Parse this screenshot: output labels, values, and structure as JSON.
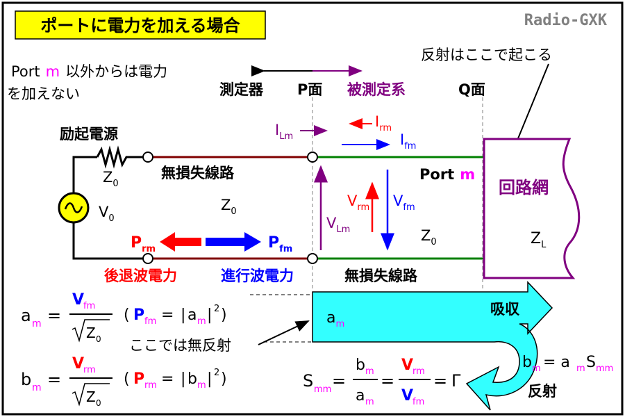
{
  "title": "ポートに電力を加える場合",
  "brand": "Radio-GXK",
  "note": {
    "line1_pre": "Port",
    "line1_m": "m",
    "line1_post": "以外からは電力",
    "line2": "を加えない"
  },
  "regions": {
    "meter": "測定器",
    "p_plane": "P面",
    "dut": "被測定系",
    "q_plane": "Q面"
  },
  "reflect_note": "反射はここで起こる",
  "source_label": "励起電源",
  "z0": "Z",
  "sub0": "0",
  "v0": "V",
  "line_label": "無損失線路",
  "port": {
    "text": "Port",
    "m": "m"
  },
  "network": "回路網",
  "zl": {
    "main": "Z",
    "sub": "L"
  },
  "currents": {
    "ILm": {
      "main": "I",
      "sub": "Lm"
    },
    "Irm": {
      "main": "I",
      "sub": "rm"
    },
    "Ifm": {
      "main": "I",
      "sub": "fm"
    }
  },
  "voltages": {
    "VLm": {
      "main": "V",
      "sub": "Lm"
    },
    "Vrm": {
      "main": "V",
      "sub": "rm"
    },
    "Vfm": {
      "main": "V",
      "sub": "fm"
    }
  },
  "powers": {
    "Prm": {
      "main": "P",
      "sub": "rm"
    },
    "Pfm": {
      "main": "P",
      "sub": "fm"
    },
    "backward": "後退波電力",
    "forward": "進行波電力"
  },
  "eq": {
    "a": "a",
    "b": "b",
    "m": "m",
    "eqsign": "=",
    "V": "V",
    "fm": "fm",
    "rm": "rm",
    "sqrtZ": "Z",
    "zero": "0",
    "P": "P",
    "open": "(",
    "close": ")",
    "bar_open": "|",
    "bar_close": "|",
    "sq": "2",
    "S": "S",
    "mm": "mm",
    "gamma": "Γ",
    "b_eq_a": "= a",
    "Smm_tail": "S"
  },
  "flow": {
    "absorb": "吸収",
    "reflect": "反射",
    "no_reflect": "ここでは無反射",
    "a_label": "a",
    "m": "m"
  },
  "colors": {
    "magenta": "#ff00ff",
    "blue": "#0000ff",
    "red": "#ff0000",
    "purple": "#800080",
    "darkred": "#800000",
    "green": "#008000",
    "cyan": "#33ffff",
    "yellow": "#ffff00"
  }
}
